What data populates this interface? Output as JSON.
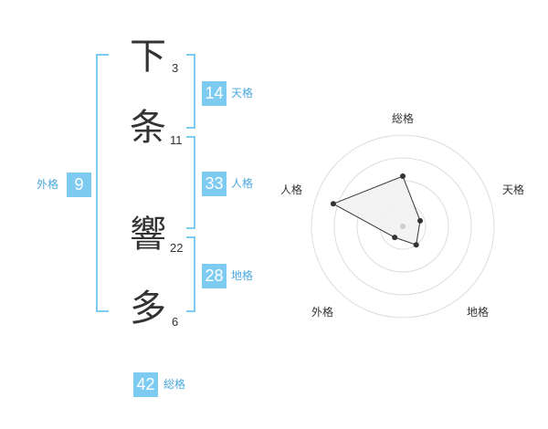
{
  "name": [
    {
      "char": "下",
      "strokes": "3"
    },
    {
      "char": "条",
      "strokes": "11"
    },
    {
      "char": "響",
      "strokes": "22"
    },
    {
      "char": "多",
      "strokes": "6"
    }
  ],
  "fortunes": {
    "tenkaku": {
      "label": "天格",
      "value": "14"
    },
    "jinkaku": {
      "label": "人格",
      "value": "33"
    },
    "chikaku": {
      "label": "地格",
      "value": "28"
    },
    "gaikaku": {
      "label": "外格",
      "value": "9"
    },
    "soukaku": {
      "label": "総格",
      "value": "42"
    }
  },
  "chart_data": {
    "type": "radar",
    "axes": [
      "総格",
      "天格",
      "地格",
      "外格",
      "人格"
    ],
    "values": [
      0.55,
      0.2,
      0.25,
      0.15,
      0.8
    ],
    "rings": 4,
    "colors": {
      "fill": "#f2f2f2",
      "stroke": "#333333",
      "ring": "#dddddd",
      "point": "#333333"
    }
  },
  "colors": {
    "accent": "#7ecbf2",
    "label": "#4aa9de"
  }
}
